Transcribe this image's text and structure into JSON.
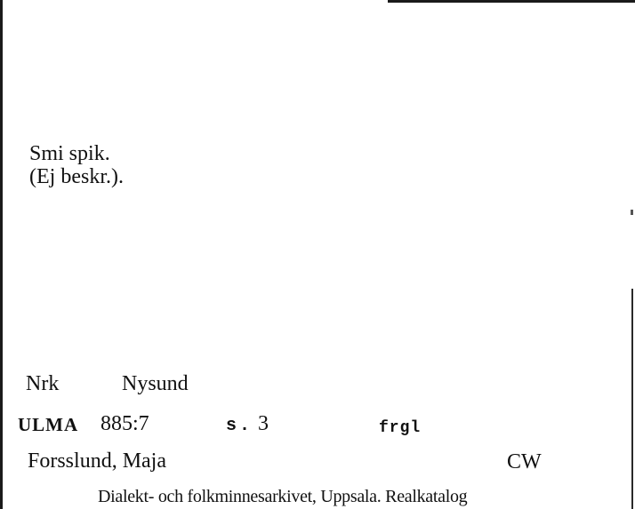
{
  "card": {
    "description_line1": "Smi spik.",
    "description_line2": "(Ej beskr.).",
    "parish": "Nrk",
    "place": "Nysund",
    "archive_code": "ULMA",
    "record_number": "885:7",
    "page_label": "s.",
    "page_number": "3",
    "category": "frgl",
    "collector": "Forsslund, Maja",
    "initials": "CW",
    "footer": "Dialekt- och folkminnesarkivet, Uppsala. Realkatalog"
  }
}
